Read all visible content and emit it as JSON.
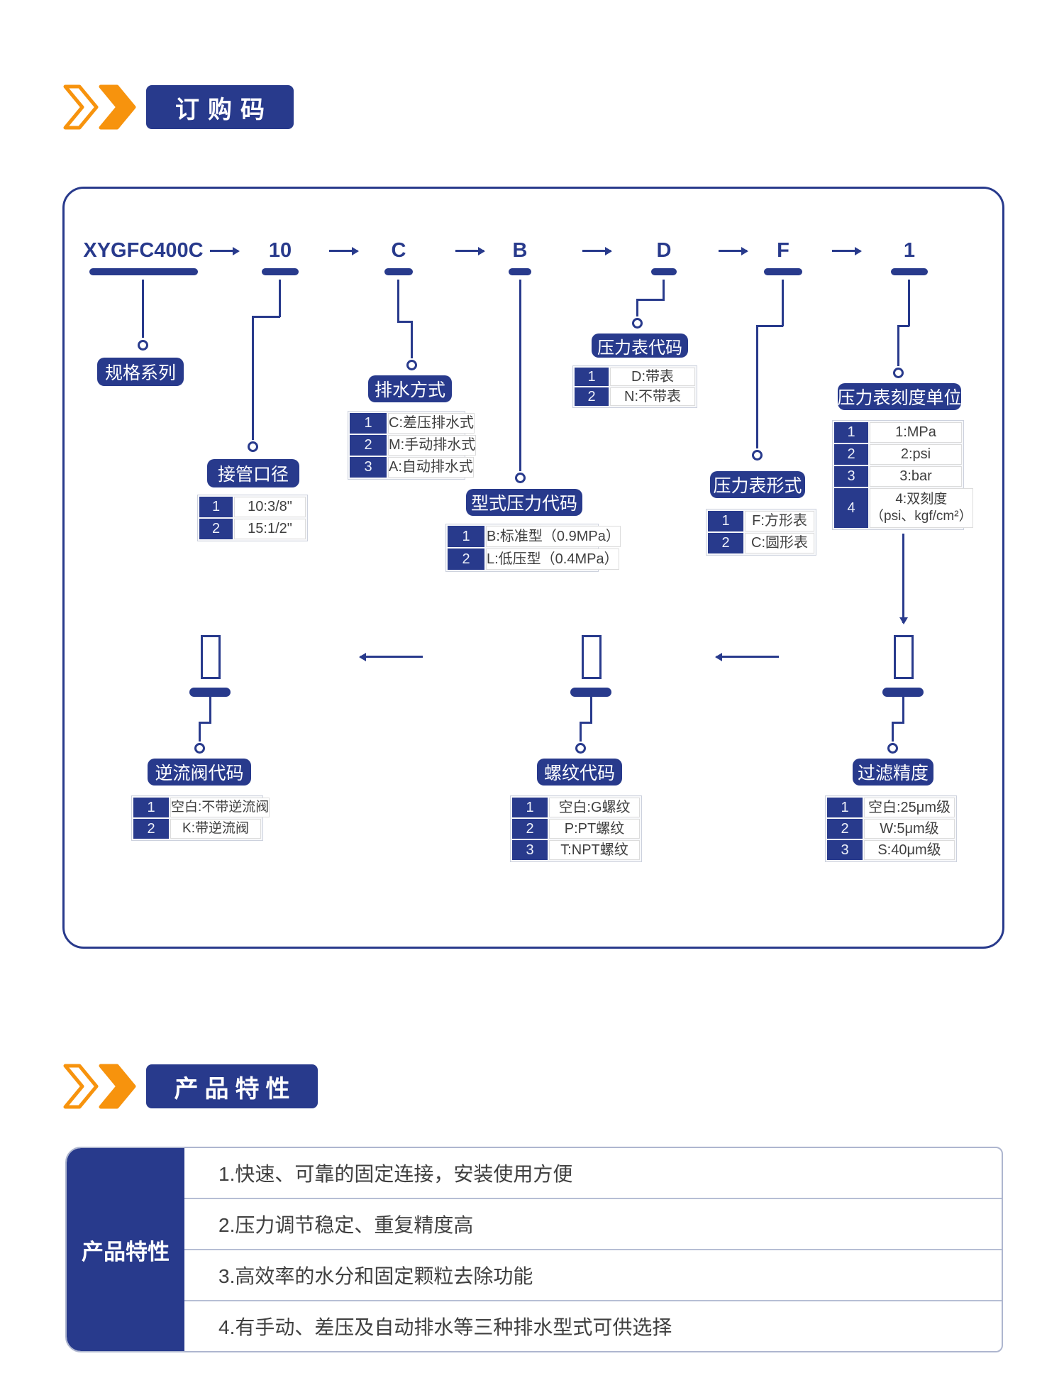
{
  "colors": {
    "navy": "#283a8c",
    "orange": "#f7930d",
    "text_dark": "#3f3f3f"
  },
  "header_ordering": {
    "title": "订购码"
  },
  "header_features": {
    "title": "产品特性"
  },
  "code_line": {
    "base": "XYGFC400C",
    "codes": [
      "10",
      "C",
      "B",
      "D",
      "F",
      "1"
    ],
    "arrow": "→"
  },
  "groups": {
    "spec_series": {
      "label": "规格系列"
    },
    "port_size": {
      "label": "接管口径",
      "rows": [
        {
          "no": "1",
          "val": "10:3/8\""
        },
        {
          "no": "2",
          "val": "15:1/2\""
        }
      ]
    },
    "drain_type": {
      "label": "排水方式",
      "rows": [
        {
          "no": "1",
          "val": "C:差压排水式"
        },
        {
          "no": "2",
          "val": "M:手动排水式"
        },
        {
          "no": "3",
          "val": "A:自动排水式"
        }
      ]
    },
    "pressure_type": {
      "label": "型式压力代码",
      "rows": [
        {
          "no": "1",
          "val": "B:标准型（0.9MPa）"
        },
        {
          "no": "2",
          "val": "L:低压型（0.4MPa）"
        }
      ]
    },
    "gauge_code": {
      "label": "压力表代码",
      "rows": [
        {
          "no": "1",
          "val": "D:带表"
        },
        {
          "no": "2",
          "val": "N:不带表"
        }
      ]
    },
    "gauge_form": {
      "label": "压力表形式",
      "rows": [
        {
          "no": "1",
          "val": "F:方形表"
        },
        {
          "no": "2",
          "val": "C:圆形表"
        }
      ]
    },
    "gauge_unit": {
      "label": "压力表刻度单位",
      "rows": [
        {
          "no": "1",
          "val": "1:MPa"
        },
        {
          "no": "2",
          "val": "2:psi"
        },
        {
          "no": "3",
          "val": "3:bar"
        },
        {
          "no": "4",
          "val": "4:双刻度",
          "val2": "（psi、kgf/cm²）"
        }
      ]
    },
    "check_valve": {
      "label": "逆流阀代码",
      "rows": [
        {
          "no": "1",
          "val": "空白:不带逆流阀"
        },
        {
          "no": "2",
          "val": "K:带逆流阀"
        }
      ]
    },
    "thread_code": {
      "label": "螺纹代码",
      "rows": [
        {
          "no": "1",
          "val": "空白:G螺纹"
        },
        {
          "no": "2",
          "val": "P:PT螺纹"
        },
        {
          "no": "3",
          "val": "T:NPT螺纹"
        }
      ]
    },
    "filtration": {
      "label": "过滤精度",
      "rows": [
        {
          "no": "1",
          "val": "空白:25μm级"
        },
        {
          "no": "2",
          "val": "W:5μm级"
        },
        {
          "no": "3",
          "val": "S:40μm级"
        }
      ]
    }
  },
  "features": {
    "row_header": "产品特性",
    "items": [
      {
        "text": "1.快速、可靠的固定连接，安装使用方便"
      },
      {
        "text": "2.压力调节稳定、重复精度高"
      },
      {
        "text": "3.高效率的水分和固定颗粒去除功能"
      },
      {
        "text": "4.有手动、差压及自动排水等三种排水型式可供选择"
      }
    ]
  }
}
